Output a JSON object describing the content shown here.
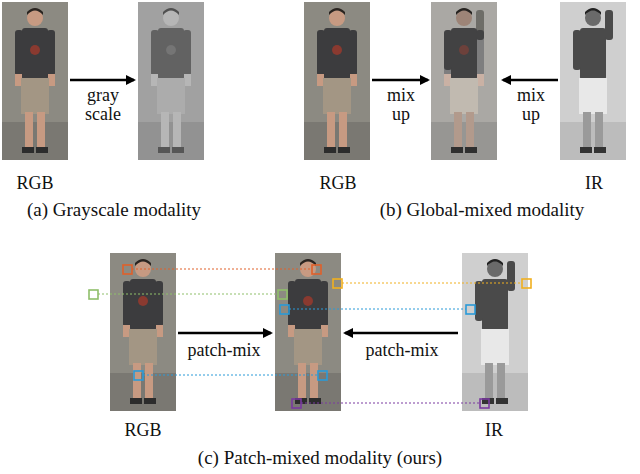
{
  "diagram": {
    "labels": [
      "RGB",
      "gray scale",
      "RGB",
      "mix up",
      "mix up",
      "IR",
      "(a) Grayscale modality",
      "(b) Global-mixed modality",
      "RGB",
      "patch-mix",
      "patch-mix",
      "IR",
      "(c) Patch-mixed modality (ours)"
    ]
  }
}
